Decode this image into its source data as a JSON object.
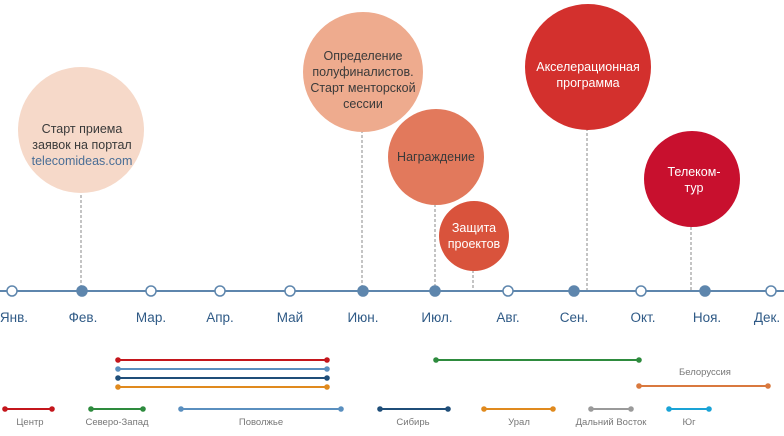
{
  "months": [
    "Янв.",
    "Фев.",
    "Мар.",
    "Апр.",
    "Май",
    "Июн.",
    "Июл.",
    "Авг.",
    "Сен.",
    "Окт.",
    "Ноя.",
    "Дек."
  ],
  "colors": {
    "axis": "#5e86ad",
    "node_fill_active": "#5e86ad",
    "node_fill_empty": "#ffffff",
    "center": "#c4161c",
    "north_west": "#2e8b3e",
    "volga": "#5a8fbf",
    "siberia": "#1f4e79",
    "ural": "#e08a1e",
    "far_east": "#9a9a9a",
    "south": "#1aa3d6",
    "belarus": "#d9793f"
  },
  "events": [
    {
      "id": "start",
      "line1": "Старт приема",
      "line2": "заявок на портал",
      "link": "telecomideas.com",
      "color": "#f6d9c9"
    },
    {
      "id": "semifinal",
      "line1": "Определение",
      "line2": "полуфиналистов.",
      "line3": "Старт менторской",
      "line4": "сессии",
      "color": "#eeab8e"
    },
    {
      "id": "award",
      "line1": "Награждение",
      "color": "#e2795c"
    },
    {
      "id": "defense",
      "line1": "Защита",
      "line2": "проектов",
      "color": "#d9533c"
    },
    {
      "id": "accel",
      "line1": "Акселерационная",
      "line2": "программа",
      "color": "#d3302d"
    },
    {
      "id": "teletour",
      "line1": "Телеком-",
      "line2": "тур",
      "color": "#c8102e"
    }
  ],
  "legend": [
    {
      "id": "center",
      "label": "Центр"
    },
    {
      "id": "north_west",
      "label": "Северо-Запад"
    },
    {
      "id": "volga",
      "label": "Поволжье"
    },
    {
      "id": "siberia",
      "label": "Сибирь"
    },
    {
      "id": "ural",
      "label": "Урал"
    },
    {
      "id": "far_east",
      "label": "Дальний Восток"
    },
    {
      "id": "south",
      "label": "Юг"
    },
    {
      "id": "belarus",
      "label": "Белоруссия"
    }
  ]
}
